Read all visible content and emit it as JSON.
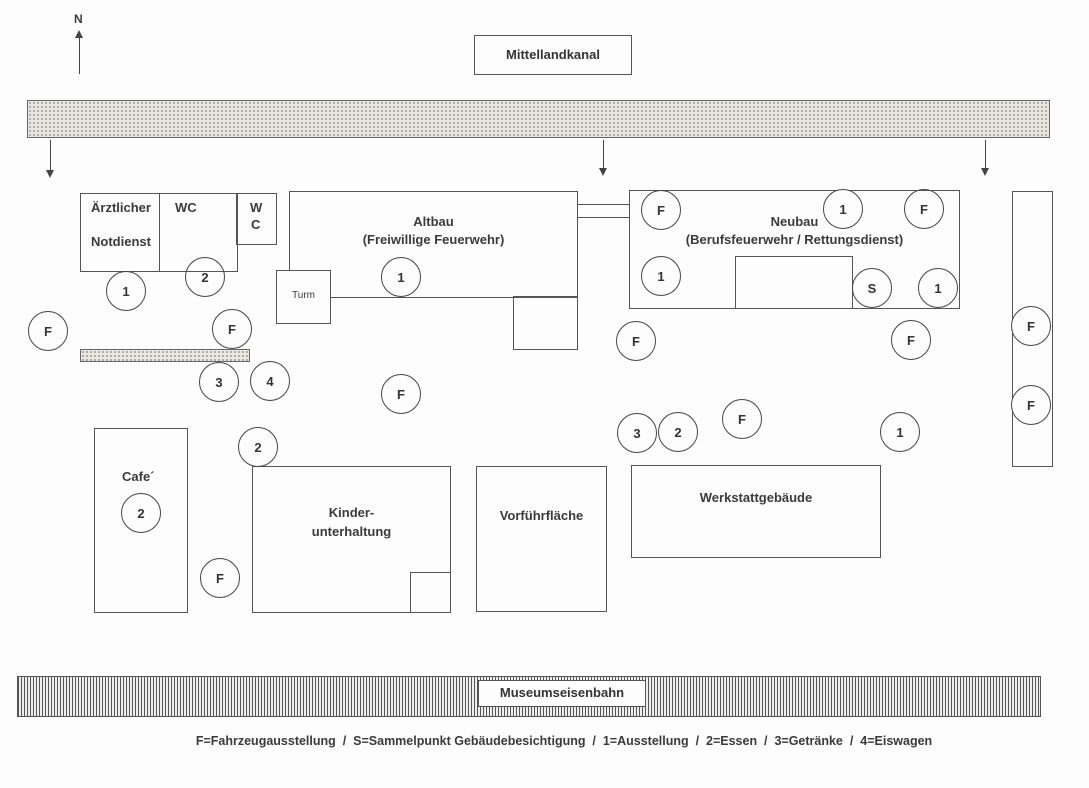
{
  "compass": {
    "label": "N"
  },
  "canal": {
    "label": "Mittellandkanal"
  },
  "buildings": {
    "medical_line1": "Ärztlicher",
    "medical_line2": "Notdienst",
    "wc1": "WC",
    "wc2_line1": "W",
    "wc2_line2": "C",
    "altbau_title": "Altbau",
    "altbau_sub": "(Freiwillige Feuerwehr)",
    "turm": "Turm",
    "neubau_title": "Neubau",
    "neubau_sub": "(Berufsfeuerwehr / Rettungsdienst)",
    "cafe": "Cafe´",
    "kinder_line1": "Kinder-",
    "kinder_line2": "unterhaltung",
    "vorfuehr": "Vorführfläche",
    "werkstatt": "Werkstattgebäude"
  },
  "railway": {
    "label": "Museumseisenbahn"
  },
  "markers": [
    "F",
    "1",
    "2",
    "F",
    "3",
    "4",
    "1",
    "F",
    "F",
    "1",
    "F",
    "1",
    "S",
    "1",
    "F",
    "F",
    "F",
    "F",
    "3",
    "2",
    "F",
    "1",
    "2",
    "2",
    "F"
  ],
  "legend": "F=Fahrzeugausstellung  /  S=Sammelpunkt Gebäudebesichtigung  /  1=Ausstellung  /  2=Essen  /  3=Getränke  /  4=Eiswagen"
}
